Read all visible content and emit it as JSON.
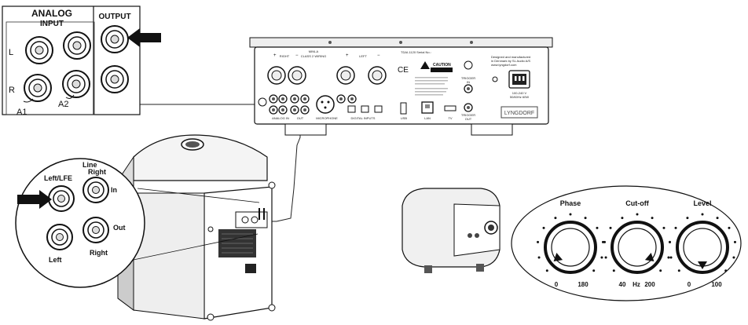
{
  "inset_analog": {
    "title_1": "ANALOG",
    "title_2": "INPUT",
    "output_title": "OUTPUT",
    "row_l": "L",
    "row_r": "R",
    "jack_a1": "A1",
    "jack_a2": "A2"
  },
  "amplifier": {
    "amp_label": "MINI-A",
    "wiring_label": "CLASS 2 WIRING",
    "right_label": "RIGHT",
    "left_label": "LEFT",
    "plus_1": "+",
    "minus_1": "−",
    "plus_2": "+",
    "minus_2": "−",
    "model_serial": "TDAI-1120 Serial No.:",
    "caution": "CAUTION",
    "designed_1": "Designed and manufactured",
    "designed_2": "in Denmark by SL Audio A/S",
    "website": "www.lyngdorf.com",
    "power_1": "100-240 V",
    "power_2": "50/60Hz 60W",
    "trigger_in": "TRIGGER",
    "trigger_in_2": "IN",
    "trigger_out": "TRIGGER",
    "trigger_out_2": "OUT",
    "sec_analog_in": "ANALOG IN",
    "sec_out": "OUT",
    "sec_microphone": "MICROPHONE",
    "sec_digital": "DIGITAL INPUTS",
    "sec_usb": "USB",
    "sec_lan": "LAN",
    "sec_tv": "TV",
    "brand": "LYNGDORF"
  },
  "inset_sub": {
    "line": "Line",
    "left_lfe": "Left/LFE",
    "right_top": "Right",
    "in": "In",
    "out": "Out",
    "left_bottom": "Left",
    "right_bottom": "Right"
  },
  "controls": {
    "phase": {
      "title": "Phase",
      "min": "0",
      "max": "180"
    },
    "cutoff": {
      "title": "Cut-off",
      "min": "40",
      "unit": "Hz",
      "max": "200"
    },
    "level": {
      "title": "Level",
      "min": "0",
      "max": "100"
    }
  }
}
